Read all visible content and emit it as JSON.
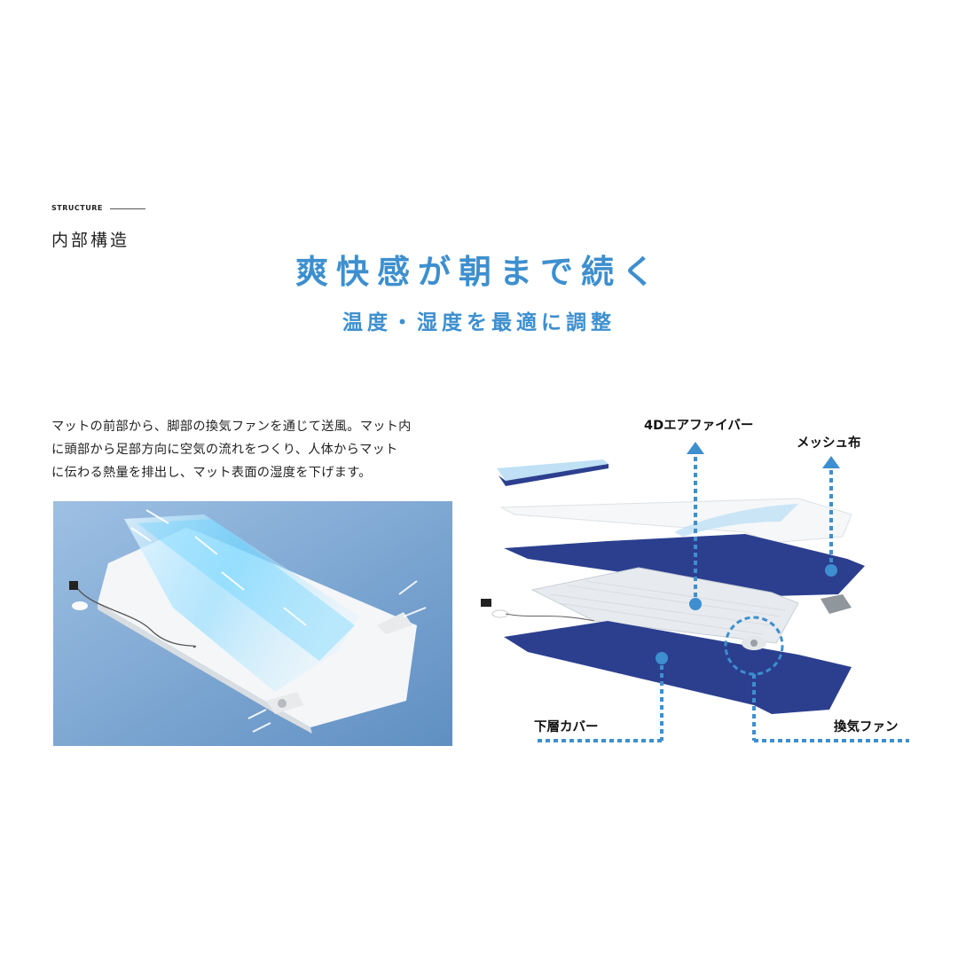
{
  "section": {
    "eyebrow": "STRUCTURE",
    "title": "内部構造"
  },
  "headline": "爽快感が朝まで続く",
  "subheadline": "温度・湿度を最適に調整",
  "description": {
    "lines": [
      "マットの前部から、脚部の換気ファンを通じて送風。マット内",
      "に頭部から足部方向に空気の流れをつくり、人体からマット",
      "に伝わる熱量を排出し、マット表面の湿度を下げます。"
    ]
  },
  "diagram": {
    "labels": {
      "fiber": "4Dエアファイバー",
      "mesh": "メッシュ布",
      "bottom_cover": "下層カバー",
      "fan": "換気ファン"
    }
  },
  "colors": {
    "accent": "#3d8fcf",
    "navy": "#2c3f8f",
    "text": "#222222"
  }
}
